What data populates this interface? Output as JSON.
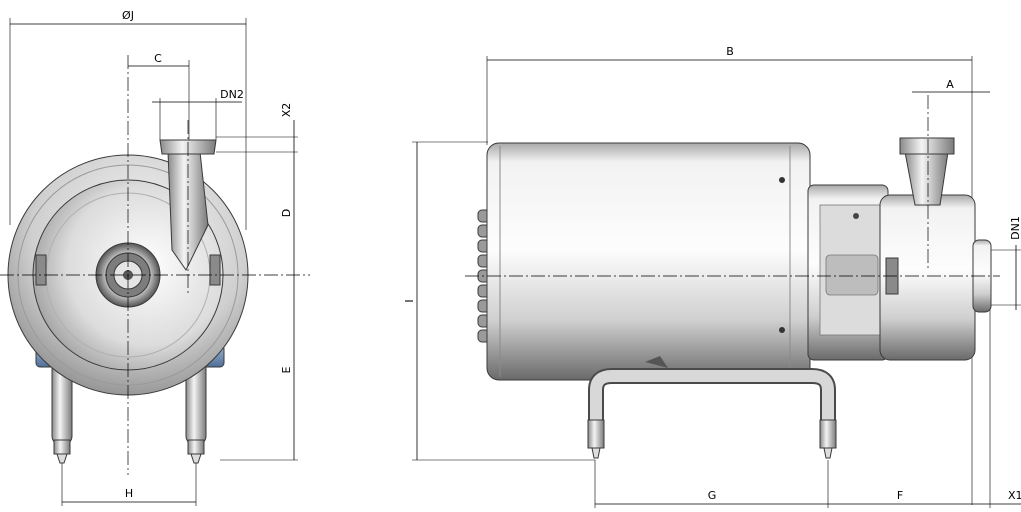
{
  "labels": {
    "phi_j": "ØJ",
    "c": "C",
    "dn2": "DN2",
    "x2": "X2",
    "d": "D",
    "e": "E",
    "h": "H",
    "b": "B",
    "a": "A",
    "dn1": "DN1",
    "i": "I",
    "g": "G",
    "f": "F",
    "x1": "X1"
  },
  "colors": {
    "steel_light": "#e9e9e9",
    "steel_mid": "#b9b9b9",
    "steel_dark": "#6c6c6c",
    "base_blue": "#6f8fb5"
  }
}
